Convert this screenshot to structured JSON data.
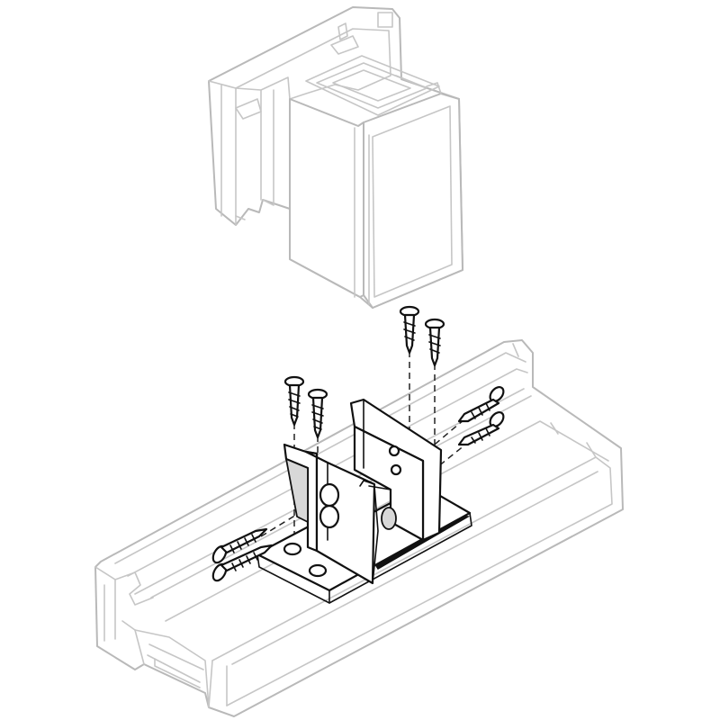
{
  "figure": {
    "colors": {
      "ghost_outline": "#b9b9b9",
      "ink": "#111111",
      "background": "#ffffff"
    },
    "parts": [
      {
        "name": "mullion-profile",
        "style": "light-gray outline"
      },
      {
        "name": "transom-base-profile",
        "style": "light-gray outline"
      },
      {
        "name": "connector-bracket",
        "style": "black ink"
      },
      {
        "name": "screws",
        "count_vertical": 4,
        "count_horizontal": 4
      }
    ]
  }
}
